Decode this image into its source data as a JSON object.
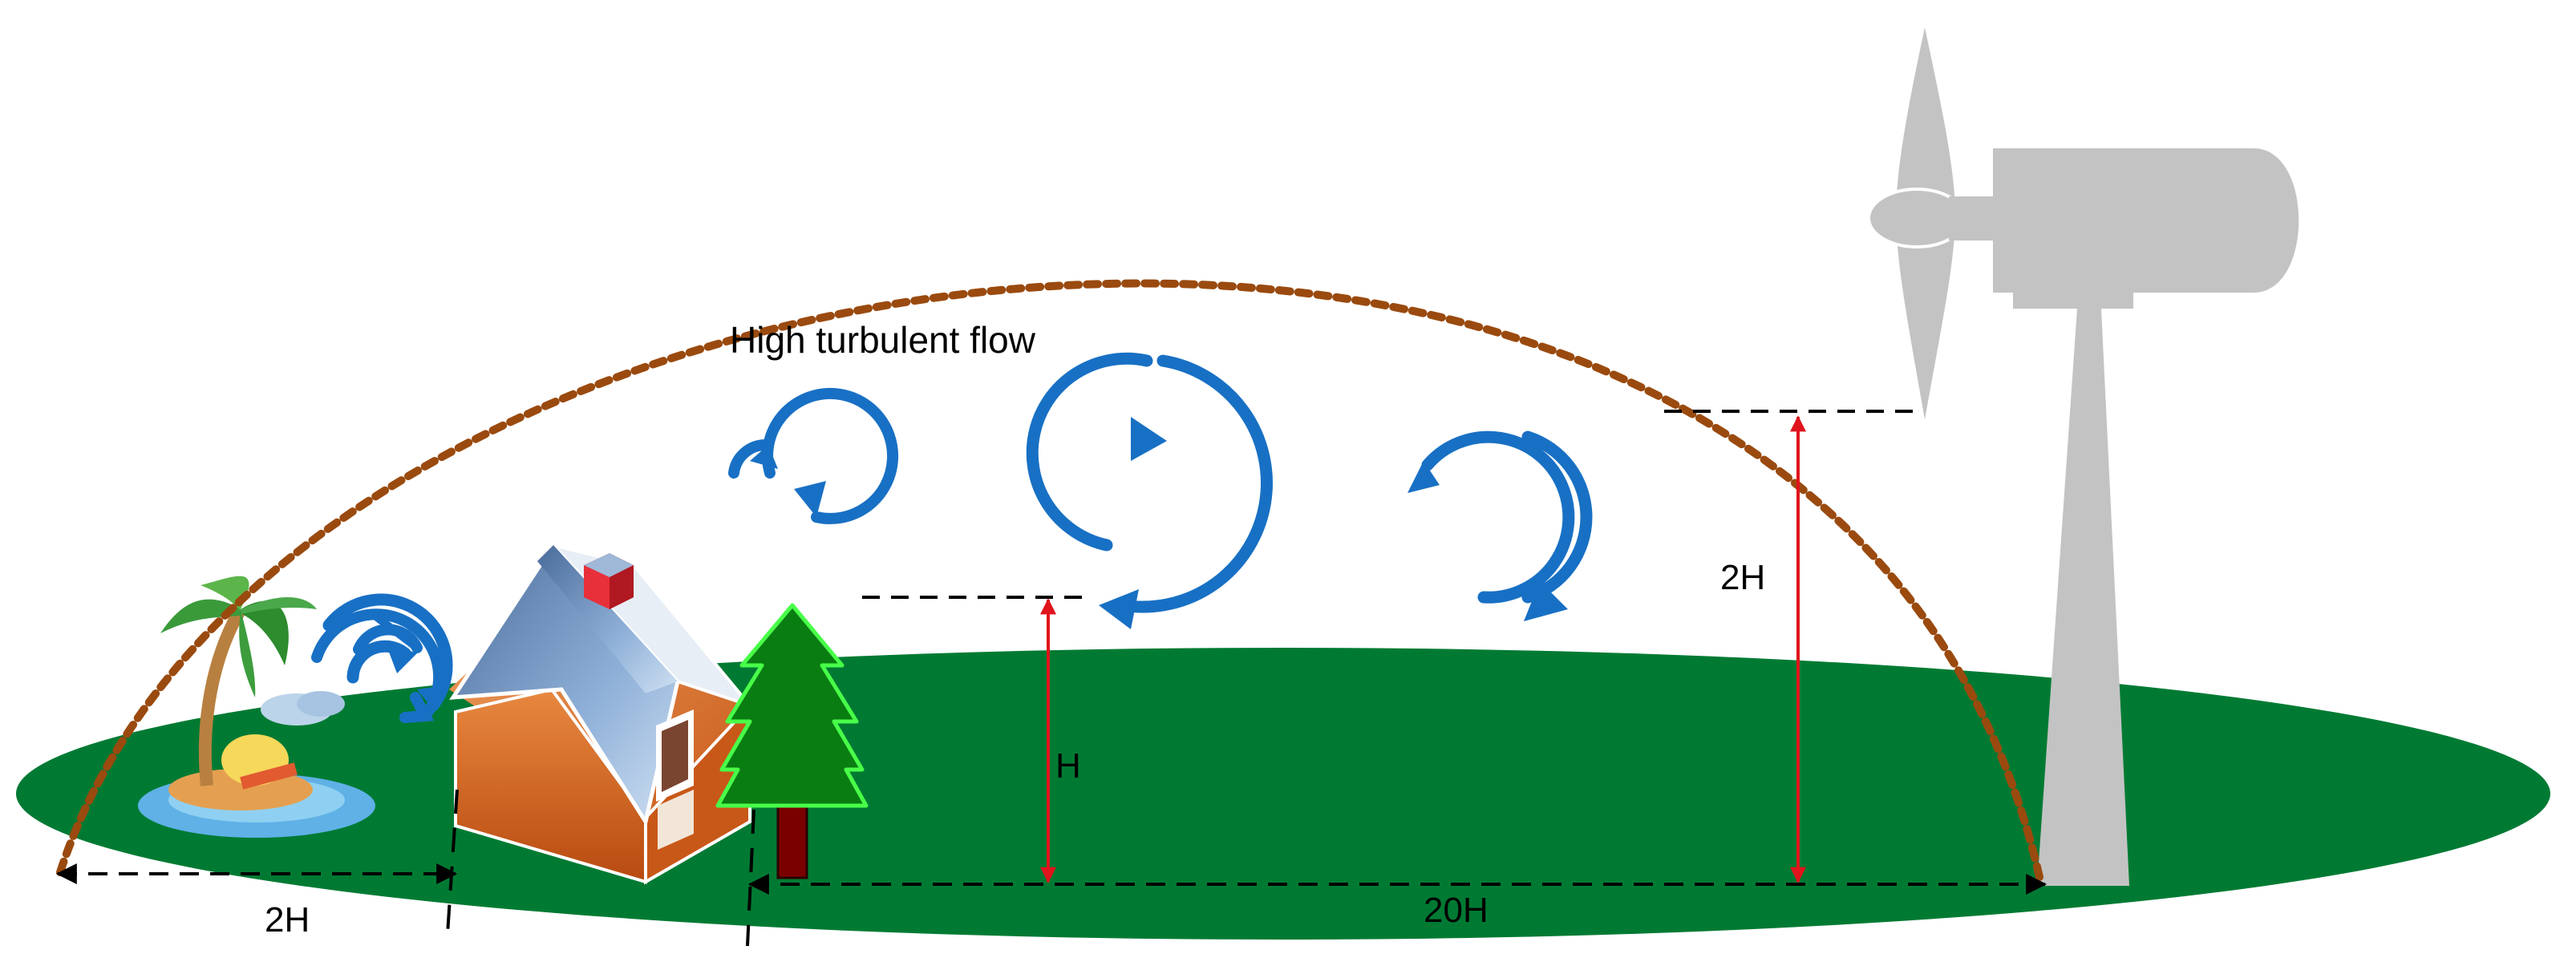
{
  "labels": {
    "flow": "High turbulent flow",
    "h_small": "H",
    "h_large": "2H",
    "dist_upwind": "2H",
    "dist_downwind": "20H"
  },
  "colors": {
    "ground": "#007a33",
    "boundary": "#9a4a0f",
    "eddy": "#1870c4",
    "dimension_arrow": "#e0141c",
    "turbine": "#c3c3c3",
    "tree": "#0a7d12",
    "trunk": "#7a0000",
    "roof": "#6f93c0",
    "wall": "#e07a35"
  },
  "icons": [
    "palm-island-icon",
    "house-icon",
    "pine-tree-icon",
    "wind-turbine-icon"
  ]
}
